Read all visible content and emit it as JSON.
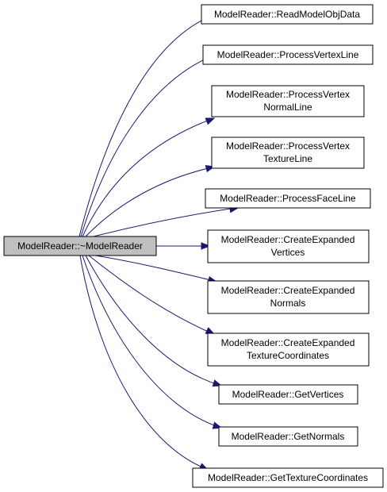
{
  "root": {
    "lines": [
      "ModelReader::~ModelReader"
    ]
  },
  "callees": [
    {
      "lines": [
        "ModelReader::ReadModelObjData"
      ]
    },
    {
      "lines": [
        "ModelReader::ProcessVertexLine"
      ]
    },
    {
      "lines": [
        "ModelReader::ProcessVertex",
        "NormalLine"
      ]
    },
    {
      "lines": [
        "ModelReader::ProcessVertex",
        "TextureLine"
      ]
    },
    {
      "lines": [
        "ModelReader::ProcessFaceLine"
      ]
    },
    {
      "lines": [
        "ModelReader::CreateExpanded",
        "Vertices"
      ]
    },
    {
      "lines": [
        "ModelReader::CreateExpanded",
        "Normals"
      ]
    },
    {
      "lines": [
        "ModelReader::CreateExpanded",
        "TextureCoordinates"
      ]
    },
    {
      "lines": [
        "ModelReader::GetVertices"
      ]
    },
    {
      "lines": [
        "ModelReader::GetNormals"
      ]
    },
    {
      "lines": [
        "ModelReader::GetTextureCoordinates"
      ]
    }
  ],
  "colors": {
    "edge": "#191970",
    "root_fill": "#bfbfbf",
    "node_fill": "#ffffff",
    "border": "#000000"
  }
}
